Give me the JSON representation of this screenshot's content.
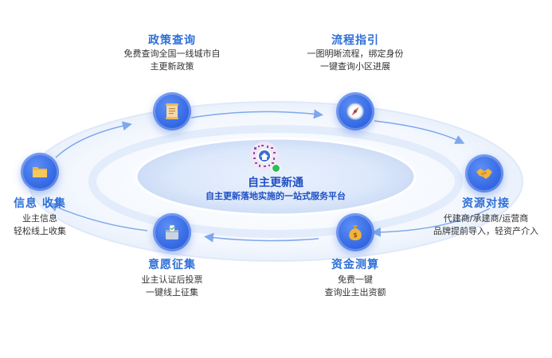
{
  "center": {
    "title": "自主更新通",
    "subtitle": "自主更新落地实施的一站式服务平台"
  },
  "nodes": {
    "policy": {
      "title": "政策查询",
      "lines": [
        "免费查询全国一线城市自",
        "主更新政策"
      ],
      "icon": "scroll-icon"
    },
    "process": {
      "title": "流程指引",
      "lines": [
        "一图明晰流程，绑定身份",
        "一键查询小区进展"
      ],
      "icon": "compass-icon"
    },
    "resource": {
      "title": "资源对接",
      "lines": [
        "代建商/承建商/运营商",
        "品牌提前导入，轻资产介入"
      ],
      "icon": "handshake-icon"
    },
    "funding": {
      "title": "资金测算",
      "lines": [
        "免费一键",
        "查询业主出资额"
      ],
      "icon": "money-bag-icon"
    },
    "consent": {
      "title": "意愿征集",
      "lines": [
        "业主认证后投票",
        "一键线上征集"
      ],
      "icon": "ballot-box-icon"
    },
    "info": {
      "title": "信息 收集",
      "lines": [
        "业主信息",
        "轻松线上收集"
      ],
      "icon": "folder-icon"
    }
  },
  "colors": {
    "accent": "#2f6fd6",
    "icon_bg": "#2f63e0",
    "ring": "#cfe0fb",
    "center_ellipse": "#e8f0fc"
  }
}
